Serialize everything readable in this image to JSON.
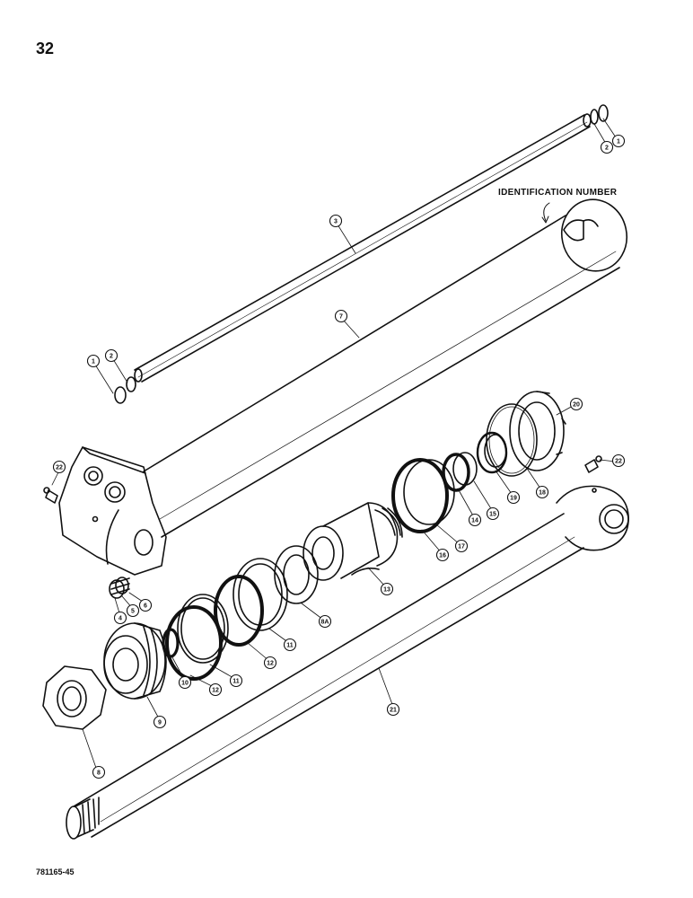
{
  "page_number": "32",
  "identification_label": "IDENTIFICATION NUMBER",
  "drawing_code": "781165-45",
  "callouts": [
    "1",
    "2",
    "3",
    "7",
    "1",
    "2",
    "20",
    "22",
    "22",
    "18",
    "19",
    "15",
    "14",
    "17",
    "16",
    "13",
    "6",
    "5",
    "4",
    "8A",
    "11",
    "12",
    "11",
    "12",
    "10",
    "9",
    "8",
    "21"
  ]
}
